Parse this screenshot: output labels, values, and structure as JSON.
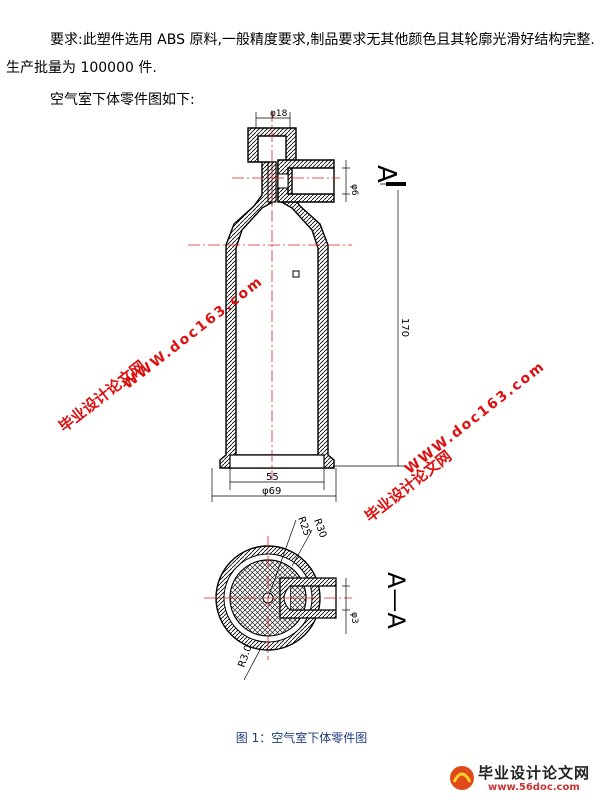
{
  "text": {
    "requirement": "要求:此塑件选用 ABS 原料,一般精度要求,制品要求无其他颜色且其轮廓光滑好结构完整.生产批量为 100000 件.",
    "intro": "空气室下体零件图如下:"
  },
  "drawing": {
    "dim_top": "φ18",
    "dim_side": "φ6",
    "section_label": "A",
    "dim_height": "170",
    "dim_inner": "55",
    "dim_outer": "φ69",
    "r25": "R25",
    "r30": "R30",
    "r30b": "R3.0",
    "phi3": "φ3",
    "section_aa": "A—A"
  },
  "watermarks": {
    "url": "WWW.doc163.com",
    "site": "毕业设计论文网"
  },
  "caption": "图 1：空气室下体零件图",
  "logo": {
    "title": "毕业设计论文网",
    "url": "www.56doc.com"
  }
}
